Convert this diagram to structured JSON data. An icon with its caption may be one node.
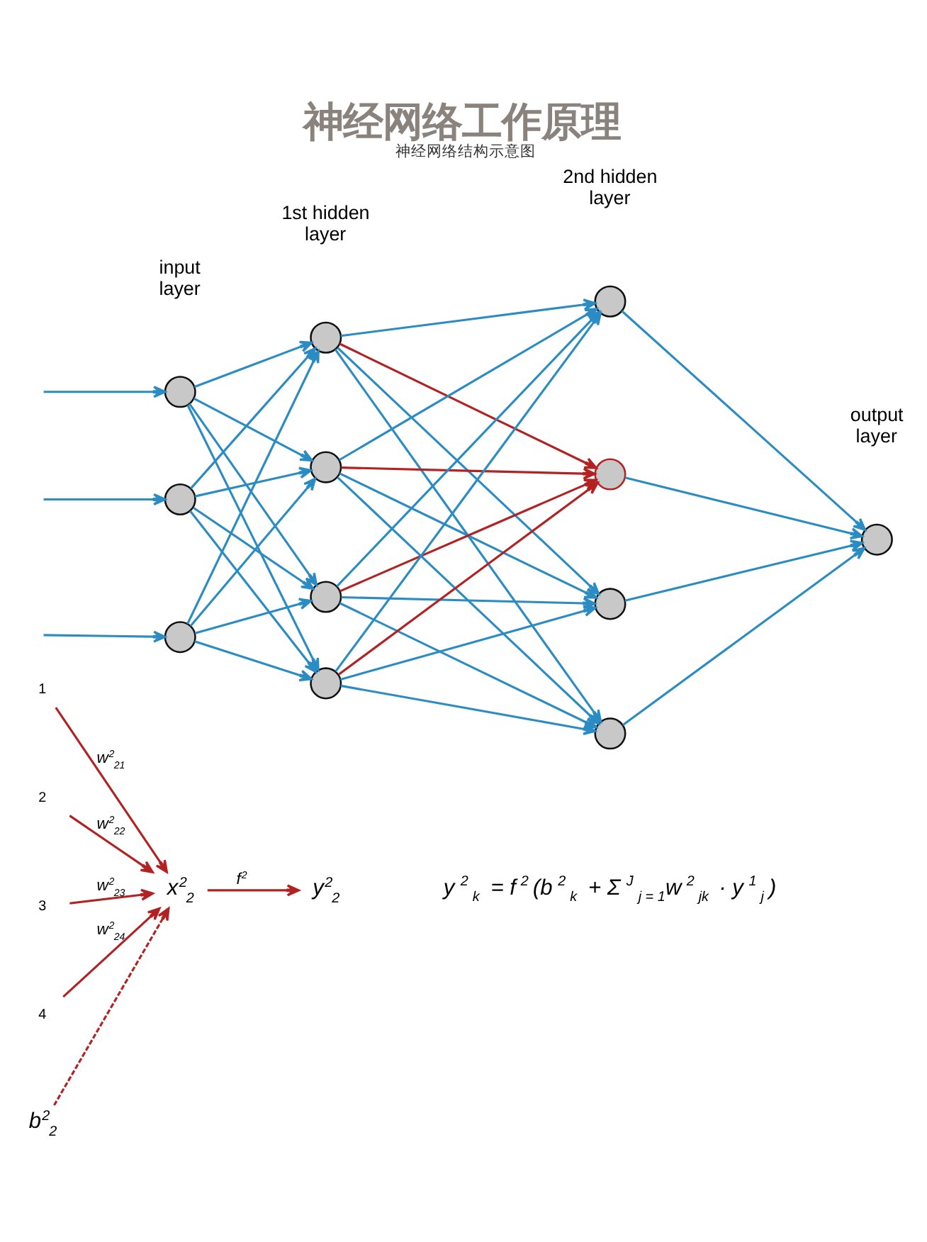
{
  "diagram": {
    "title": "神经网络工作原理",
    "caption": "神经网络结构示意图",
    "nodes": [
      {
        "text": [],
        "shape": "circle"
      },
      {
        "text": [],
        "shape": "circle"
      },
      {
        "text": [],
        "shape": "circle"
      },
      {
        "text": [],
        "shape": "circle"
      },
      {
        "text": [],
        "shape": "circle"
      },
      {
        "text": [],
        "shape": "circle"
      },
      {
        "text": [],
        "shape": "circle"
      },
      {
        "text": [],
        "shape": "circle"
      },
      {
        "text": [],
        "shape": "circle"
      },
      {
        "text": [],
        "shape": "circle"
      },
      {
        "text": [],
        "shape": "circle"
      },
      {
        "text": [],
        "shape": "circle"
      },
      {
        "text": [
          "1"
        ]
      },
      {
        "text": [
          "2"
        ]
      },
      {
        "text": [
          "3"
        ]
      },
      {
        "text": [
          "4"
        ]
      },
      {
        "text": [
          "x$^{2}$$_{2}$"
        ]
      },
      {
        "text": [
          "y$^{2}$$_{2}$"
        ]
      },
      {
        "text": [
          "b$^{2}$$_{2}$"
        ]
      }
    ],
    "edges": [
      {
        "from": null,
        "to": 0,
        "arrow": "to"
      },
      {
        "from": null,
        "to": 1,
        "arrow": "to"
      },
      {
        "from": null,
        "to": 2,
        "arrow": "to"
      },
      {
        "from": 0,
        "to": 3,
        "arrow": "to"
      },
      {
        "from": 0,
        "to": 4,
        "arrow": "to"
      },
      {
        "from": 0,
        "to": 5,
        "arrow": "to"
      },
      {
        "from": 0,
        "to": 6,
        "arrow": "to"
      },
      {
        "from": 1,
        "to": 3,
        "arrow": "to"
      },
      {
        "from": 1,
        "to": 4,
        "arrow": "to"
      },
      {
        "from": 1,
        "to": 5,
        "arrow": "to"
      },
      {
        "from": 1,
        "to": 6,
        "arrow": "to"
      },
      {
        "from": 2,
        "to": 3,
        "arrow": "to"
      },
      {
        "from": 2,
        "to": 4,
        "arrow": "to"
      },
      {
        "from": 2,
        "to": 5,
        "arrow": "to"
      },
      {
        "from": 2,
        "to": 6,
        "arrow": "to"
      },
      {
        "from": 3,
        "to": 7,
        "arrow": "to"
      },
      {
        "from": 3,
        "to": 8,
        "arrow": "to",
        "color": "#b22222"
      },
      {
        "from": 3,
        "to": 9,
        "arrow": "to"
      },
      {
        "from": 3,
        "to": 10,
        "arrow": "to"
      },
      {
        "from": 4,
        "to": 7,
        "arrow": "to"
      },
      {
        "from": 4,
        "to": 8,
        "arrow": "to",
        "color": "#b22222"
      },
      {
        "from": 4,
        "to": 9,
        "arrow": "to"
      },
      {
        "from": 4,
        "to": 10,
        "arrow": "to"
      },
      {
        "from": 5,
        "to": 7,
        "arrow": "to"
      },
      {
        "from": 5,
        "to": 8,
        "arrow": "to",
        "color": "#b22222"
      },
      {
        "from": 5,
        "to": 9,
        "arrow": "to"
      },
      {
        "from": 5,
        "to": 10,
        "arrow": "to"
      },
      {
        "from": 6,
        "to": 7,
        "arrow": "to"
      },
      {
        "from": 6,
        "to": 8,
        "arrow": "to",
        "color": "#b22222"
      },
      {
        "from": 6,
        "to": 9,
        "arrow": "to"
      },
      {
        "from": 6,
        "to": 10,
        "arrow": "to"
      },
      {
        "from": 7,
        "to": 11,
        "arrow": "to"
      },
      {
        "from": 8,
        "to": 11,
        "arrow": "to"
      },
      {
        "from": 9,
        "to": 11,
        "arrow": "to"
      },
      {
        "from": 10,
        "to": 11,
        "arrow": "to"
      },
      {
        "from": 12,
        "to": 16,
        "arrow": "to",
        "label": "w$^{2}$$_{21}$",
        "color": "#b22222"
      },
      {
        "from": 13,
        "to": 16,
        "arrow": "to",
        "label": "w$^{2}$$_{22}$",
        "color": "#b22222"
      },
      {
        "from": 14,
        "to": 16,
        "arrow": "to",
        "label": "w$^{2}$$_{23}$",
        "color": "#b22222"
      },
      {
        "from": 15,
        "to": 16,
        "arrow": "to",
        "label": "w$^{2}$$_{24}$",
        "color": "#b22222"
      },
      {
        "from": 18,
        "to": 16,
        "arrow": "to",
        "style": "dashed",
        "color": "#b22222"
      },
      {
        "from": 16,
        "to": 17,
        "arrow": "to",
        "label": "f$^{2}$",
        "color": "#b22222"
      }
    ],
    "labels": [
      "input layer",
      "1st hidden layer",
      "2nd hidden layer",
      "output layer",
      "y$^{2}$$_{k}$ = f$^{2}$(b$^{2}$$_{k}$ + Σ$^{J}$$_{j = 1}$w$^{2}$$_{jk}$ · y$^{1}$$_{j}$)"
    ]
  }
}
